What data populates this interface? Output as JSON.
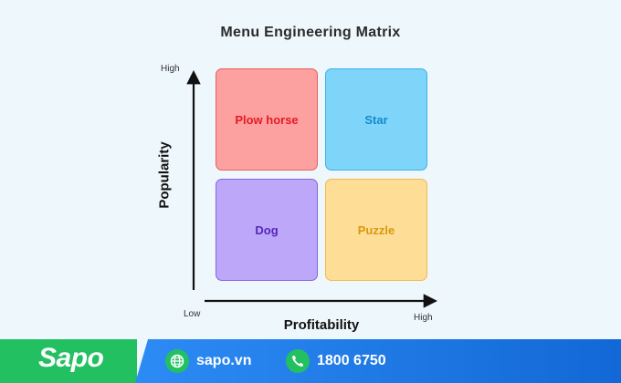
{
  "title": "Menu Engineering Matrix",
  "axes": {
    "y_label": "Popularity",
    "x_label": "Profitability",
    "y_high": "High",
    "x_low": "Low",
    "x_high": "High"
  },
  "quadrants": {
    "top_left": "Plow horse",
    "top_right": "Star",
    "bottom_left": "Dog",
    "bottom_right": "Puzzle"
  },
  "colors": {
    "plow_horse": "#fca0a0",
    "star": "#7fd4fa",
    "dog": "#bca7f9",
    "puzzle": "#fedd96",
    "footer_green": "#22c061",
    "footer_blue": "#1a78e6"
  },
  "footer": {
    "logo": "Sapo",
    "website": "sapo.vn",
    "phone": "1800 6750",
    "website_icon": "globe-icon",
    "phone_icon": "phone-icon"
  }
}
